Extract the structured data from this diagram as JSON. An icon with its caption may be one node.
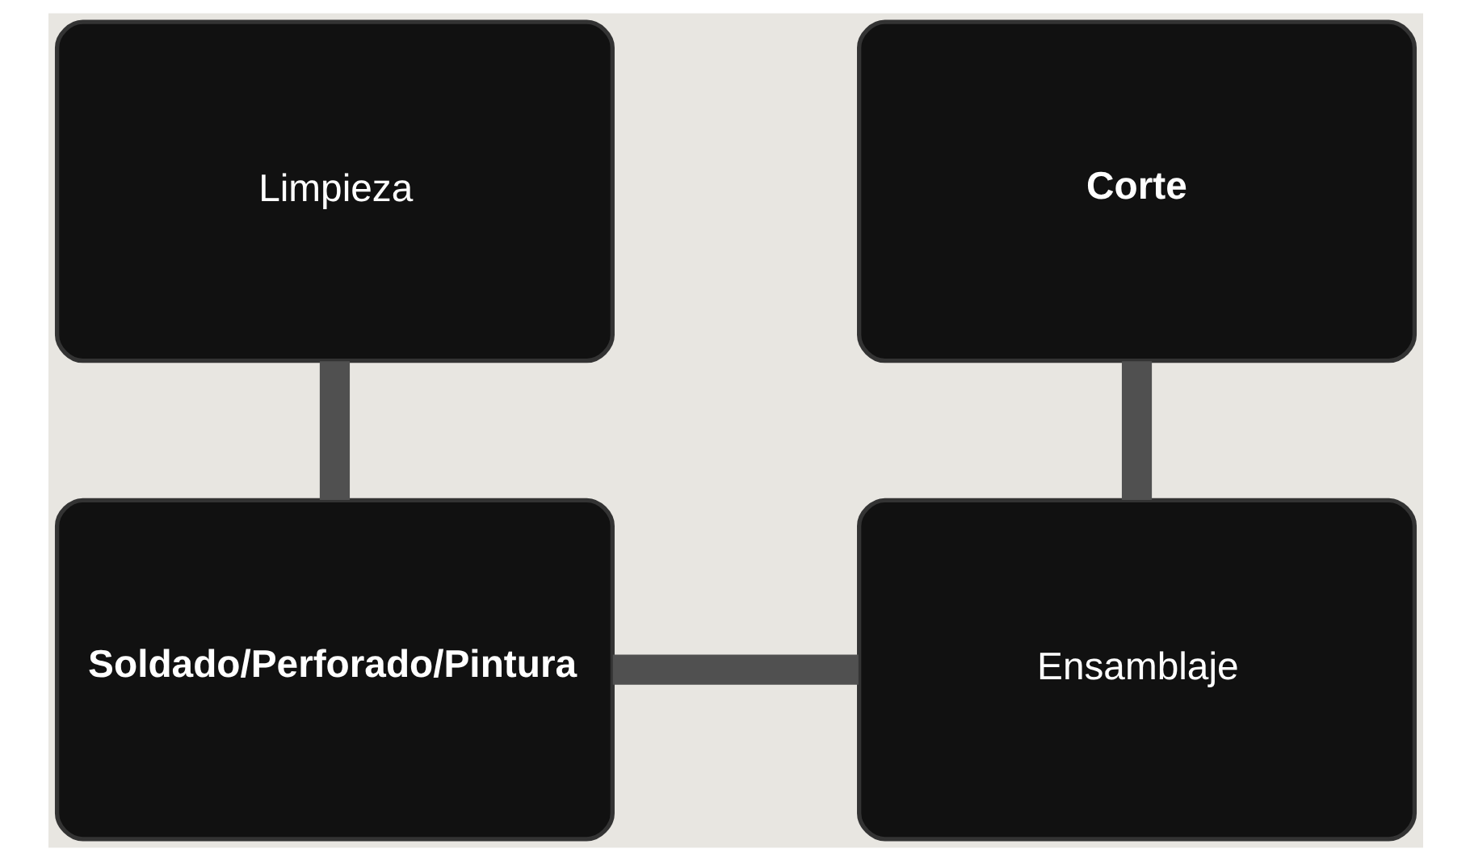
{
  "diagram": {
    "nodes": [
      {
        "text": [
          "Limpieza"
        ]
      },
      {
        "text": [
          "Corte"
        ]
      },
      {
        "text": [
          "Soldado/Perforado/Pintura"
        ]
      },
      {
        "text": [
          "Ensamblaje"
        ]
      }
    ],
    "edges": [
      {
        "from": 0,
        "to": 2,
        "arrow": "none"
      },
      {
        "from": 2,
        "to": 3,
        "arrow": "none"
      },
      {
        "from": 1,
        "to": 3,
        "arrow": "none"
      }
    ]
  }
}
